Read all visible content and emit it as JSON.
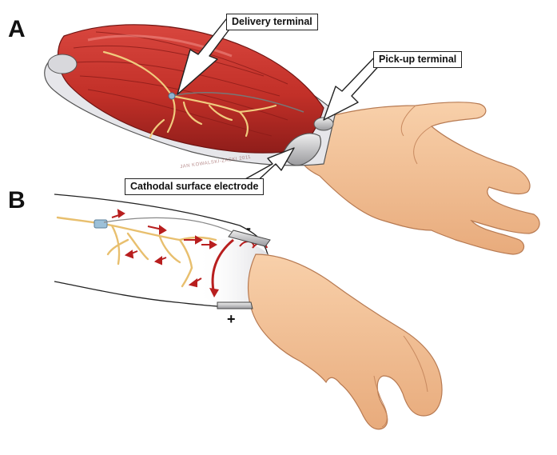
{
  "panels": {
    "a": {
      "letter": "A",
      "labels": {
        "delivery": "Delivery terminal",
        "pickup": "Pick-up terminal",
        "cathodal": "Cathodal surface electrode"
      },
      "watermark": "JAN KOWALSKI-ZASKI 2011"
    },
    "b": {
      "letter": "B",
      "electrode_signs": {
        "top": "-",
        "bottom": "+"
      }
    }
  },
  "colors": {
    "muscle": "#c4302b",
    "muscle_dark": "#8e1c1a",
    "nerve": "#e8c070",
    "skin": "#f5c59b",
    "skin_shadow": "#e0a678",
    "electrode": "#c8c8cc",
    "current_arrow": "#b81e1e"
  },
  "icons": [
    "arrow-pointer-icon",
    "current-arrow-icon",
    "electrode-icon"
  ]
}
